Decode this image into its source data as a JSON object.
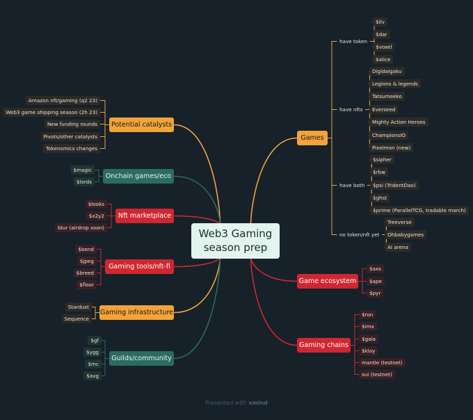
{
  "central_topic": {
    "line1": "Web3 Gaming",
    "line2": "season prep"
  },
  "branches": {
    "games": {
      "label": "Games",
      "groups": {
        "have_token": {
          "label": "have token",
          "items": [
            "$ilv",
            "$dar",
            "$voxel",
            "$alice"
          ]
        },
        "have_nfts": {
          "label": "have nfts",
          "items": [
            "Digidaigaku",
            "Legions & legends",
            "Tatsumeeko",
            "Everseed",
            "Mighty Action Heroes",
            "ChampionsIO",
            "Pixelmon (new)"
          ]
        },
        "have_both": {
          "label": "have both",
          "items": [
            "$sipher",
            "$rbw",
            "$psi (TridentDao)",
            "$ghst",
            "$prime (ParallelTCG, tradable march)"
          ]
        },
        "no_token": {
          "label": "no token/nft yet",
          "items": [
            "Treeverse",
            "Ohbabygames",
            "AI arena"
          ]
        }
      }
    },
    "game_ecosystem": {
      "label": "Game ecosystem",
      "items": [
        "$axs",
        "$ape",
        "$pyr"
      ]
    },
    "gaming_chains": {
      "label": "Gaming chains",
      "items": [
        "$ron",
        "$imx",
        "$gala",
        "$klay",
        "mantle (testnet)",
        "sui (testnet)"
      ]
    },
    "potential_catalysts": {
      "label": "Potential catalysts",
      "items": [
        "Amazon nft/gaming (q2 23)",
        "Web3 game shipping season (2h 23)",
        "New funding rounds",
        "Pivots/other catalysts",
        "Tokenomics changes"
      ]
    },
    "onchain_games": {
      "label": "Onchain games/eco",
      "items": [
        "$magic",
        "$lords"
      ]
    },
    "nft_marketplace": {
      "label": "Nft marketplace",
      "items": [
        "$looks",
        "$x2y2",
        "blur (airdrop soon)"
      ]
    },
    "gaming_tools": {
      "label": "Gaming tools/nft-fi",
      "items": [
        "$bend",
        "$jpeg",
        "$breed",
        "$floor"
      ]
    },
    "gaming_infrastructure": {
      "label": "Gaming infrastructure",
      "items": [
        "Stardust",
        "Sequence"
      ]
    },
    "guilds": {
      "label": "Guilds/community",
      "items": [
        "$gf",
        "$ygg",
        "$mc",
        "$avg"
      ]
    }
  },
  "footer": {
    "prefix": "Presented with",
    "brand": "xmind"
  },
  "colors": {
    "orange": "#f2a33a",
    "teal": "#2b6b62",
    "red": "#cf2731",
    "background": "#16212a"
  }
}
